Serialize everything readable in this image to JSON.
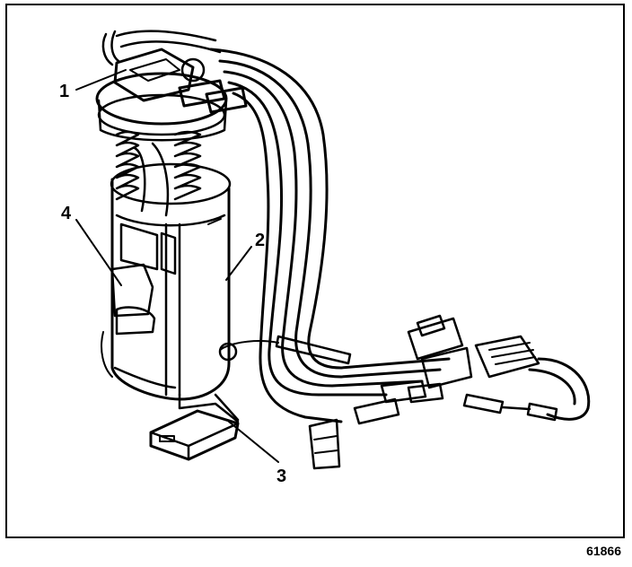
{
  "callouts": {
    "c1": "1",
    "c2": "2",
    "c3": "3",
    "c4": "4"
  },
  "figure_id": "61866",
  "colors": {
    "ink": "#000000",
    "paper": "#ffffff"
  }
}
